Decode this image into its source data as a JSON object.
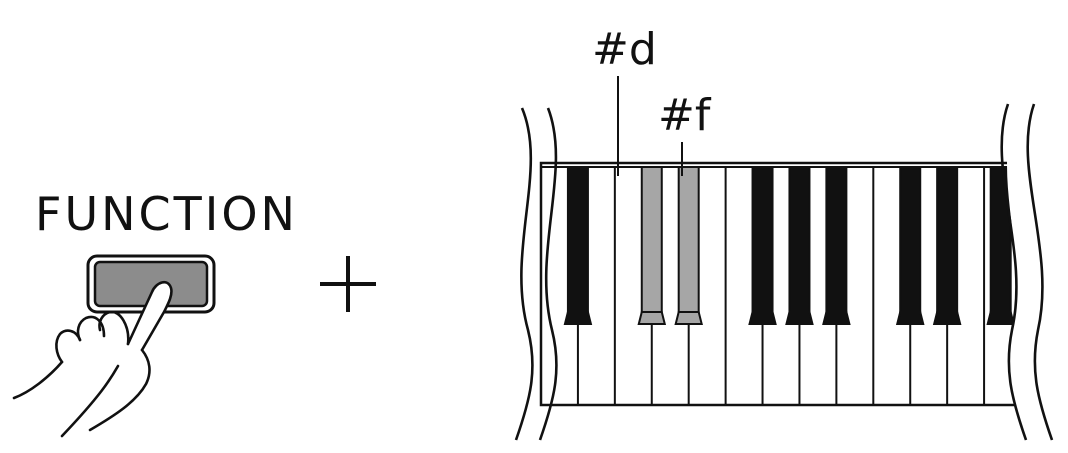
{
  "function_label": "FUNCTION",
  "plus_sign": "+",
  "keys": {
    "labels": [
      {
        "id": "d_sharp",
        "text": "#d"
      },
      {
        "id": "f_sharp",
        "text": "#f"
      }
    ],
    "white_key_count": 13,
    "black_key_count": 9,
    "highlighted_black_keys": [
      "d_sharp",
      "f_sharp"
    ]
  },
  "colors": {
    "ink": "#111111",
    "button_face": "#8c8c8c",
    "highlight_key": "#a6a6a6",
    "black_key": "#111111",
    "white_key": "#ffffff"
  },
  "icons": [
    "finger-press-icon",
    "plus-icon",
    "piano-keyboard"
  ]
}
